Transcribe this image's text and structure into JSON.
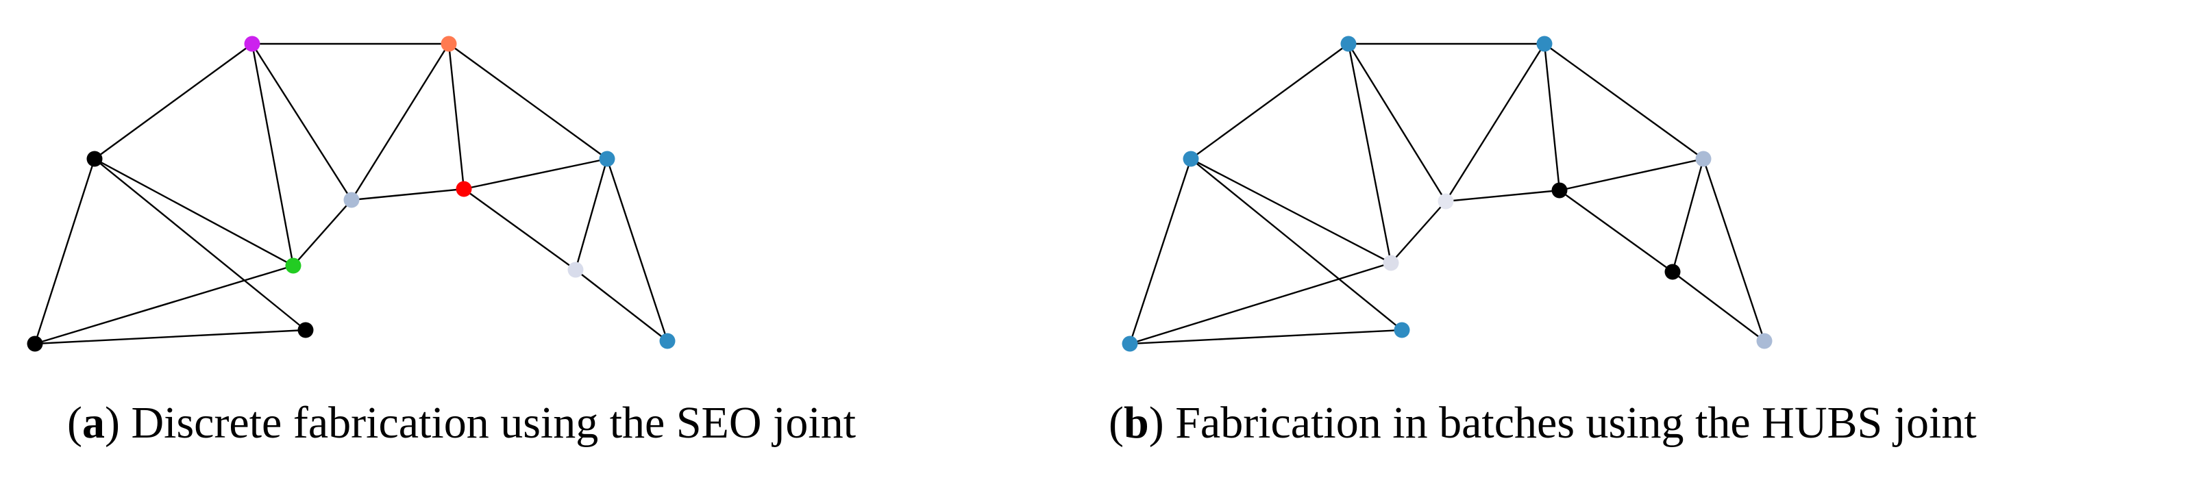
{
  "subfigures": [
    {
      "id": "a",
      "letter": "a",
      "caption": "Discrete fabrication using the SEO joint",
      "nodes": [
        {
          "id": 1,
          "color": "#cc22ee"
        },
        {
          "id": 2,
          "color": "#ff7a50"
        },
        {
          "id": 3,
          "color": "#000000"
        },
        {
          "id": 4,
          "color": "#aabbd6"
        },
        {
          "id": 5,
          "color": "#ff0000"
        },
        {
          "id": 6,
          "color": "#2f8cc2"
        },
        {
          "id": 7,
          "color": "#22cc22"
        },
        {
          "id": 8,
          "color": "#d8dceb"
        },
        {
          "id": 9,
          "color": "#000000"
        },
        {
          "id": 10,
          "color": "#000000"
        },
        {
          "id": 11,
          "color": "#2f8cc2"
        }
      ]
    },
    {
      "id": "b",
      "letter": "b",
      "caption": "Fabrication in batches using the HUBS joint",
      "nodes": [
        {
          "id": 1,
          "color": "#2f8cc2"
        },
        {
          "id": 2,
          "color": "#2f8cc2"
        },
        {
          "id": 3,
          "color": "#2f8cc2"
        },
        {
          "id": 4,
          "color": "#e4e6f0"
        },
        {
          "id": 5,
          "color": "#000000"
        },
        {
          "id": 6,
          "color": "#aabbd6"
        },
        {
          "id": 7,
          "color": "#dcdeea"
        },
        {
          "id": 8,
          "color": "#000000"
        },
        {
          "id": 9,
          "color": "#2f8cc2"
        },
        {
          "id": 10,
          "color": "#2f8cc2"
        },
        {
          "id": 11,
          "color": "#aabbd6"
        }
      ]
    }
  ],
  "edges": [
    [
      1,
      2
    ],
    [
      1,
      3
    ],
    [
      1,
      4
    ],
    [
      1,
      7
    ],
    [
      2,
      4
    ],
    [
      2,
      5
    ],
    [
      2,
      6
    ],
    [
      3,
      7
    ],
    [
      3,
      9
    ],
    [
      3,
      10
    ],
    [
      4,
      5
    ],
    [
      4,
      7
    ],
    [
      5,
      6
    ],
    [
      5,
      8
    ],
    [
      6,
      8
    ],
    [
      6,
      11
    ],
    [
      7,
      9
    ],
    [
      8,
      11
    ],
    [
      9,
      10
    ]
  ]
}
